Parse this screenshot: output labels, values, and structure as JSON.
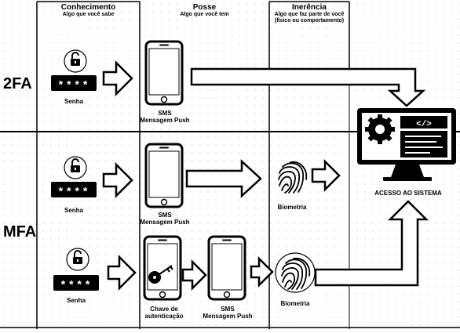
{
  "columns": {
    "knowledge": {
      "title": "Conhecimento",
      "subtitle": "Algo que você sabe"
    },
    "possession": {
      "title": "Posse",
      "subtitle": "Algo que você tem"
    },
    "inherence": {
      "title": "Inerência",
      "subtitle_line1": "Algo que faz parte de você",
      "subtitle_line2": "(físico ou comportamento)"
    }
  },
  "rows": {
    "two_fa": "2FA",
    "mfa": "MFA"
  },
  "labels": {
    "senha": "Senha",
    "sms": "SMS",
    "push": "Mensagem Push",
    "biometria": "Biometria",
    "chave_line1": "Chave de",
    "chave_line2": "autenticação",
    "acesso": "ACESSO AO SISTEMA"
  },
  "password_mask": "****",
  "icons": [
    "lock-icon",
    "smartphone-icon",
    "fingerprint-icon",
    "key-icon",
    "computer-icon",
    "gear-icon",
    "code-icon"
  ],
  "colors": {
    "line": "#000000",
    "fill": "#ffffff",
    "grid_dot": "#c8c8c8"
  }
}
